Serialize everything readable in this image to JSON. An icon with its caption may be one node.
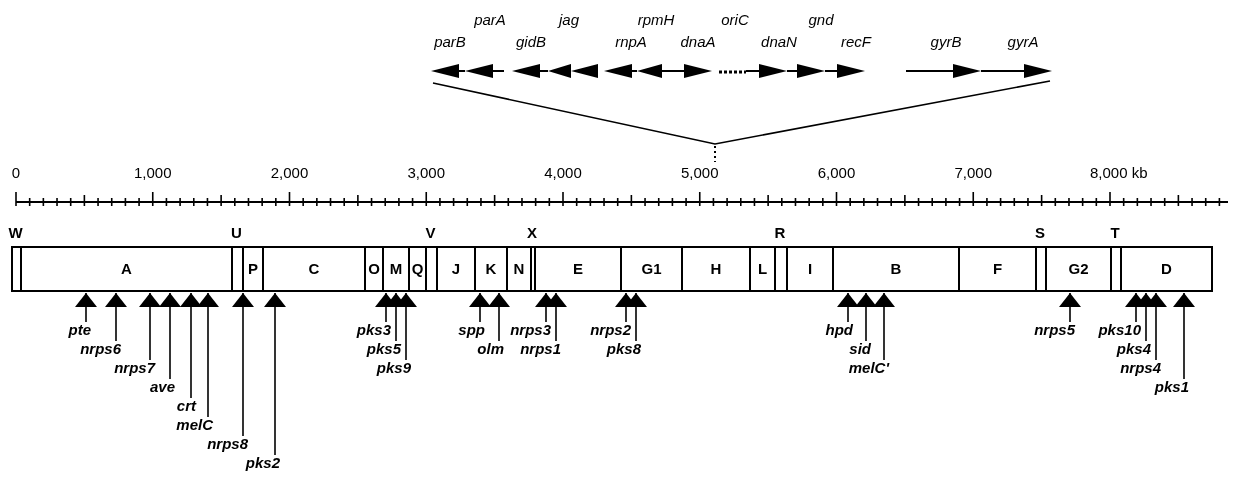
{
  "diagram": {
    "nodes": [
      {
        "text": [
          "W"
        ]
      },
      {
        "text": [
          "A"
        ]
      },
      {
        "text": [
          "U"
        ]
      },
      {
        "text": [
          "P"
        ]
      },
      {
        "text": [
          "C"
        ]
      },
      {
        "text": [
          "O"
        ]
      },
      {
        "text": [
          "M"
        ]
      },
      {
        "text": [
          "Q"
        ]
      },
      {
        "text": [
          "V"
        ]
      },
      {
        "text": [
          "J"
        ]
      },
      {
        "text": [
          "K"
        ]
      },
      {
        "text": [
          "N"
        ]
      },
      {
        "text": [
          "X"
        ]
      },
      {
        "text": [
          "E"
        ]
      },
      {
        "text": [
          "G1"
        ]
      },
      {
        "text": [
          "H"
        ]
      },
      {
        "text": [
          "L"
        ]
      },
      {
        "text": [
          "R"
        ]
      },
      {
        "text": [
          "I"
        ]
      },
      {
        "text": [
          "B"
        ]
      },
      {
        "text": [
          "F"
        ]
      },
      {
        "text": [
          "S"
        ]
      },
      {
        "text": [
          "G2"
        ]
      },
      {
        "text": [
          "T"
        ]
      },
      {
        "text": [
          "D"
        ]
      },
      {
        "text": [
          "pte"
        ]
      },
      {
        "text": [
          "nrps6"
        ]
      },
      {
        "text": [
          "nrps7"
        ]
      },
      {
        "text": [
          "ave"
        ]
      },
      {
        "text": [
          "crt"
        ]
      },
      {
        "text": [
          "melC"
        ]
      },
      {
        "text": [
          "nrps8"
        ]
      },
      {
        "text": [
          "pks2"
        ]
      },
      {
        "text": [
          "pks3"
        ]
      },
      {
        "text": [
          "pks5"
        ]
      },
      {
        "text": [
          "pks9"
        ]
      },
      {
        "text": [
          "spp"
        ]
      },
      {
        "text": [
          "olm"
        ]
      },
      {
        "text": [
          "nrps3"
        ]
      },
      {
        "text": [
          "nrps1"
        ]
      },
      {
        "text": [
          "nrps2"
        ]
      },
      {
        "text": [
          "pks8"
        ]
      },
      {
        "text": [
          "hpd"
        ]
      },
      {
        "text": [
          "sid"
        ]
      },
      {
        "text": [
          "melC'"
        ]
      },
      {
        "text": [
          "nrps5"
        ]
      },
      {
        "text": [
          "pks10"
        ]
      },
      {
        "text": [
          "pks4"
        ]
      },
      {
        "text": [
          "nrps4"
        ]
      },
      {
        "text": [
          "pks1"
        ]
      }
    ],
    "edges": [
      {
        "from": 25,
        "to": 1,
        "arrow": "to"
      },
      {
        "from": 26,
        "to": 1,
        "arrow": "to"
      },
      {
        "from": 27,
        "to": 1,
        "arrow": "to"
      },
      {
        "from": 28,
        "to": 1,
        "arrow": "to"
      },
      {
        "from": 29,
        "to": 1,
        "arrow": "to"
      },
      {
        "from": 30,
        "to": 1,
        "arrow": "to"
      },
      {
        "from": 31,
        "to": 3,
        "arrow": "to"
      },
      {
        "from": 32,
        "to": 4,
        "arrow": "to"
      },
      {
        "from": 33,
        "to": 6,
        "arrow": "to"
      },
      {
        "from": 34,
        "to": 6,
        "arrow": "to"
      },
      {
        "from": 35,
        "to": 6,
        "arrow": "to"
      },
      {
        "from": 36,
        "to": 10,
        "arrow": "to"
      },
      {
        "from": 37,
        "to": 10,
        "arrow": "to"
      },
      {
        "from": 38,
        "to": 13,
        "arrow": "to"
      },
      {
        "from": 39,
        "to": 13,
        "arrow": "to"
      },
      {
        "from": 40,
        "to": 14,
        "arrow": "to"
      },
      {
        "from": 41,
        "to": 14,
        "arrow": "to"
      },
      {
        "from": 42,
        "to": 19,
        "arrow": "to"
      },
      {
        "from": 43,
        "to": 19,
        "arrow": "to"
      },
      {
        "from": 44,
        "to": 19,
        "arrow": "to"
      },
      {
        "from": 45,
        "to": 22,
        "arrow": "to"
      },
      {
        "from": 46,
        "to": 24,
        "arrow": "to"
      },
      {
        "from": 47,
        "to": 24,
        "arrow": "to"
      },
      {
        "from": 48,
        "to": 24,
        "arrow": "to"
      },
      {
        "from": 49,
        "to": 24,
        "arrow": "to"
      }
    ],
    "labels": [
      "parA",
      "jag",
      "rpmH",
      "oriC",
      "gnd",
      "parB",
      "gidB",
      "rnpA",
      "dnaA",
      "dnaN",
      "recF",
      "gyrB",
      "gyrA",
      "0",
      "1,000",
      "2,000",
      "3,000",
      "4,000",
      "5,000",
      "6,000",
      "7,000",
      "8,000 kb"
    ]
  }
}
